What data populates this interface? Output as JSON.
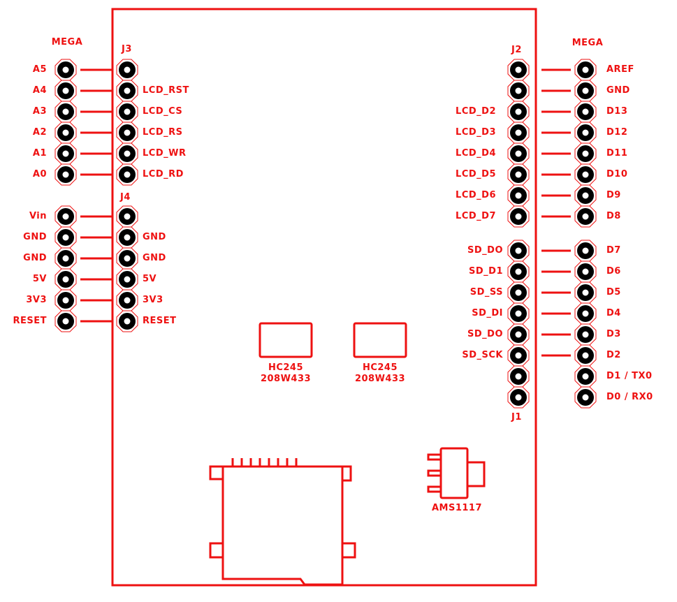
{
  "colors": {
    "silkscreen": "#ee1111",
    "pad": "#000000",
    "hole": "#ffffff",
    "background": "#ffffff"
  },
  "left_side": {
    "mega_label": "MEGA",
    "j3": {
      "name": "J3",
      "mega_pins": [
        "A5",
        "A4",
        "A3",
        "A2",
        "A1",
        "A0"
      ],
      "shield_pins": [
        "",
        "LCD_RST",
        "LCD_CS",
        "LCD_RS",
        "LCD_WR",
        "LCD_RD"
      ]
    },
    "j4": {
      "name": "J4",
      "mega_pins": [
        "Vin",
        "GND",
        "GND",
        "5V",
        "3V3",
        "RESET"
      ],
      "shield_pins": [
        "",
        "GND",
        "GND",
        "5V",
        "3V3",
        "RESET"
      ]
    }
  },
  "right_side": {
    "mega_label": "MEGA",
    "j2": {
      "name": "J2",
      "shield_pins": [
        "",
        "",
        "LCD_D2",
        "LCD_D3",
        "LCD_D4",
        "LCD_D5",
        "LCD_D6",
        "LCD_D7"
      ],
      "mega_pins": [
        "AREF",
        "GND",
        "D13",
        "D12",
        "D11",
        "D10",
        "D9",
        "D8"
      ]
    },
    "j1": {
      "name": "J1",
      "shield_pins": [
        "SD_DO",
        "SD_D1",
        "SD_SS",
        "SD_DI",
        "SD_DO",
        "SD_SCK",
        "",
        ""
      ],
      "mega_pins": [
        "D7",
        "D6",
        "D5",
        "D4",
        "D3",
        "D2",
        "D1 / TX0",
        "D0 / RX0"
      ]
    }
  },
  "components": {
    "hc245_1": {
      "line1": "HC245",
      "line2": "208W433"
    },
    "hc245_2": {
      "line1": "HC245",
      "line2": "208W433"
    },
    "regulator": {
      "label": "AMS1117"
    },
    "sd_card_slot": {
      "contacts": 8
    }
  }
}
